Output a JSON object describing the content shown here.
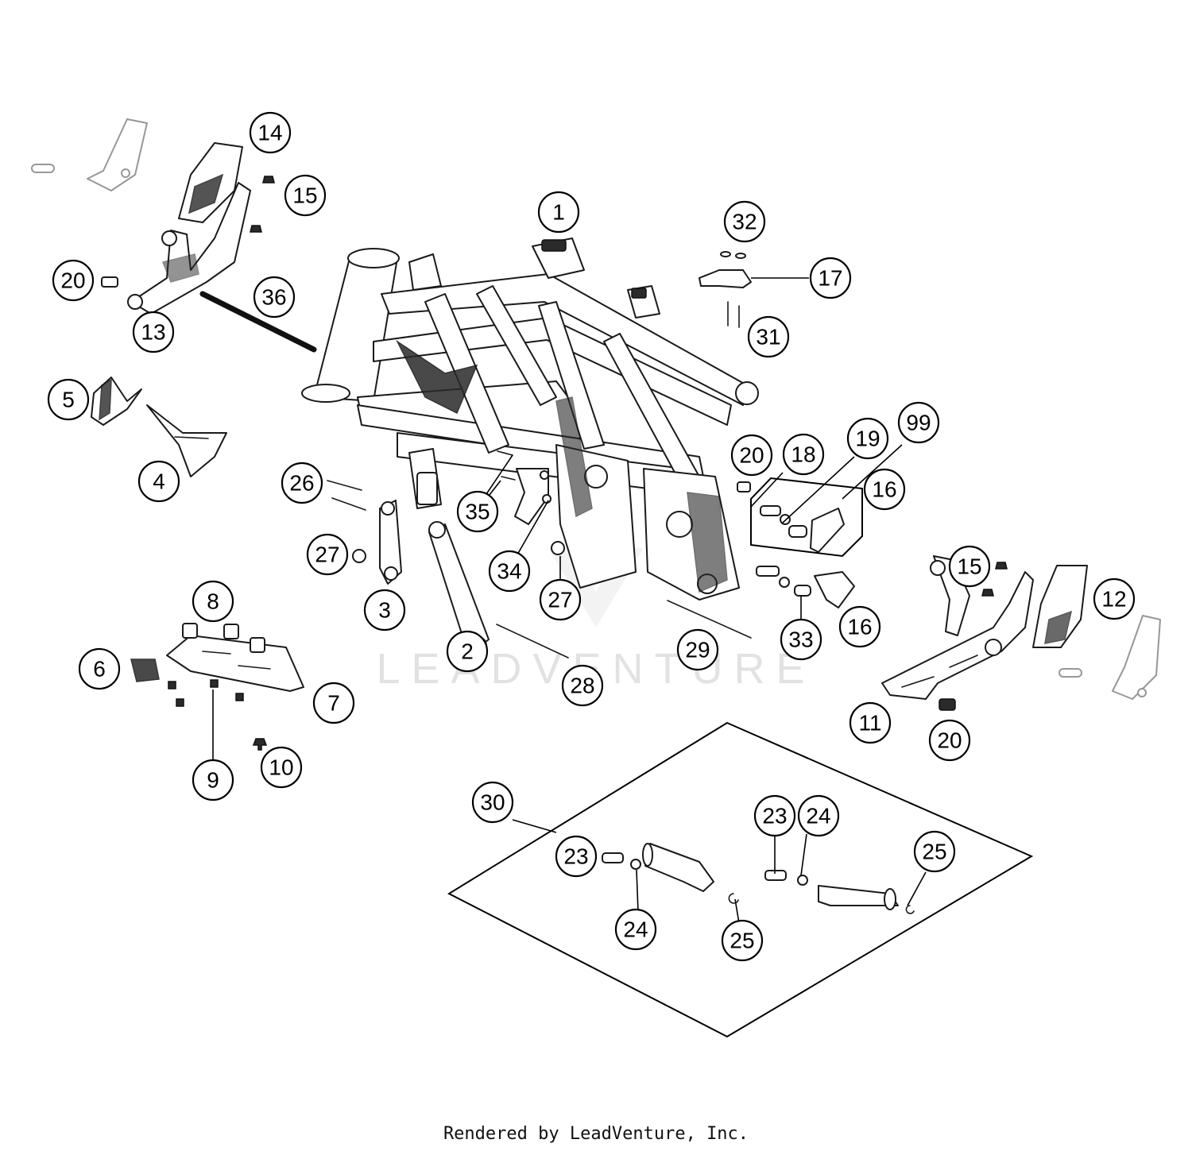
{
  "callouts": [
    "1",
    "2",
    "3",
    "4",
    "5",
    "6",
    "7",
    "8",
    "9",
    "10",
    "11",
    "12",
    "13",
    "14",
    "15",
    "15",
    "16",
    "16",
    "17",
    "18",
    "19",
    "20",
    "20",
    "20",
    "23",
    "23",
    "24",
    "24",
    "25",
    "25",
    "26",
    "27",
    "27",
    "28",
    "29",
    "30",
    "31",
    "32",
    "33",
    "34",
    "35",
    "36",
    "99"
  ],
  "watermark": "LEADVENTURE",
  "footer": "Rendered by LeadVenture, Inc."
}
